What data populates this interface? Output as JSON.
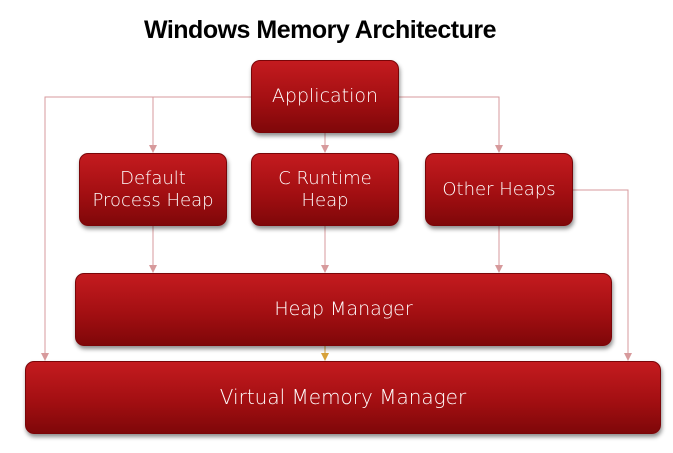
{
  "title": "Windows Memory Architecture",
  "nodes": {
    "application": "Application",
    "default_process_heap": "Default\nProcess Heap",
    "c_runtime_heap": "C Runtime\nHeap",
    "other_heaps": "Other Heaps",
    "heap_manager": "Heap Manager",
    "virtual_memory_manager": "Virtual Memory Manager"
  },
  "colors": {
    "box_fill": "#b3161a",
    "connector": "#d79a9c",
    "connector_center": "#d8a23a"
  }
}
